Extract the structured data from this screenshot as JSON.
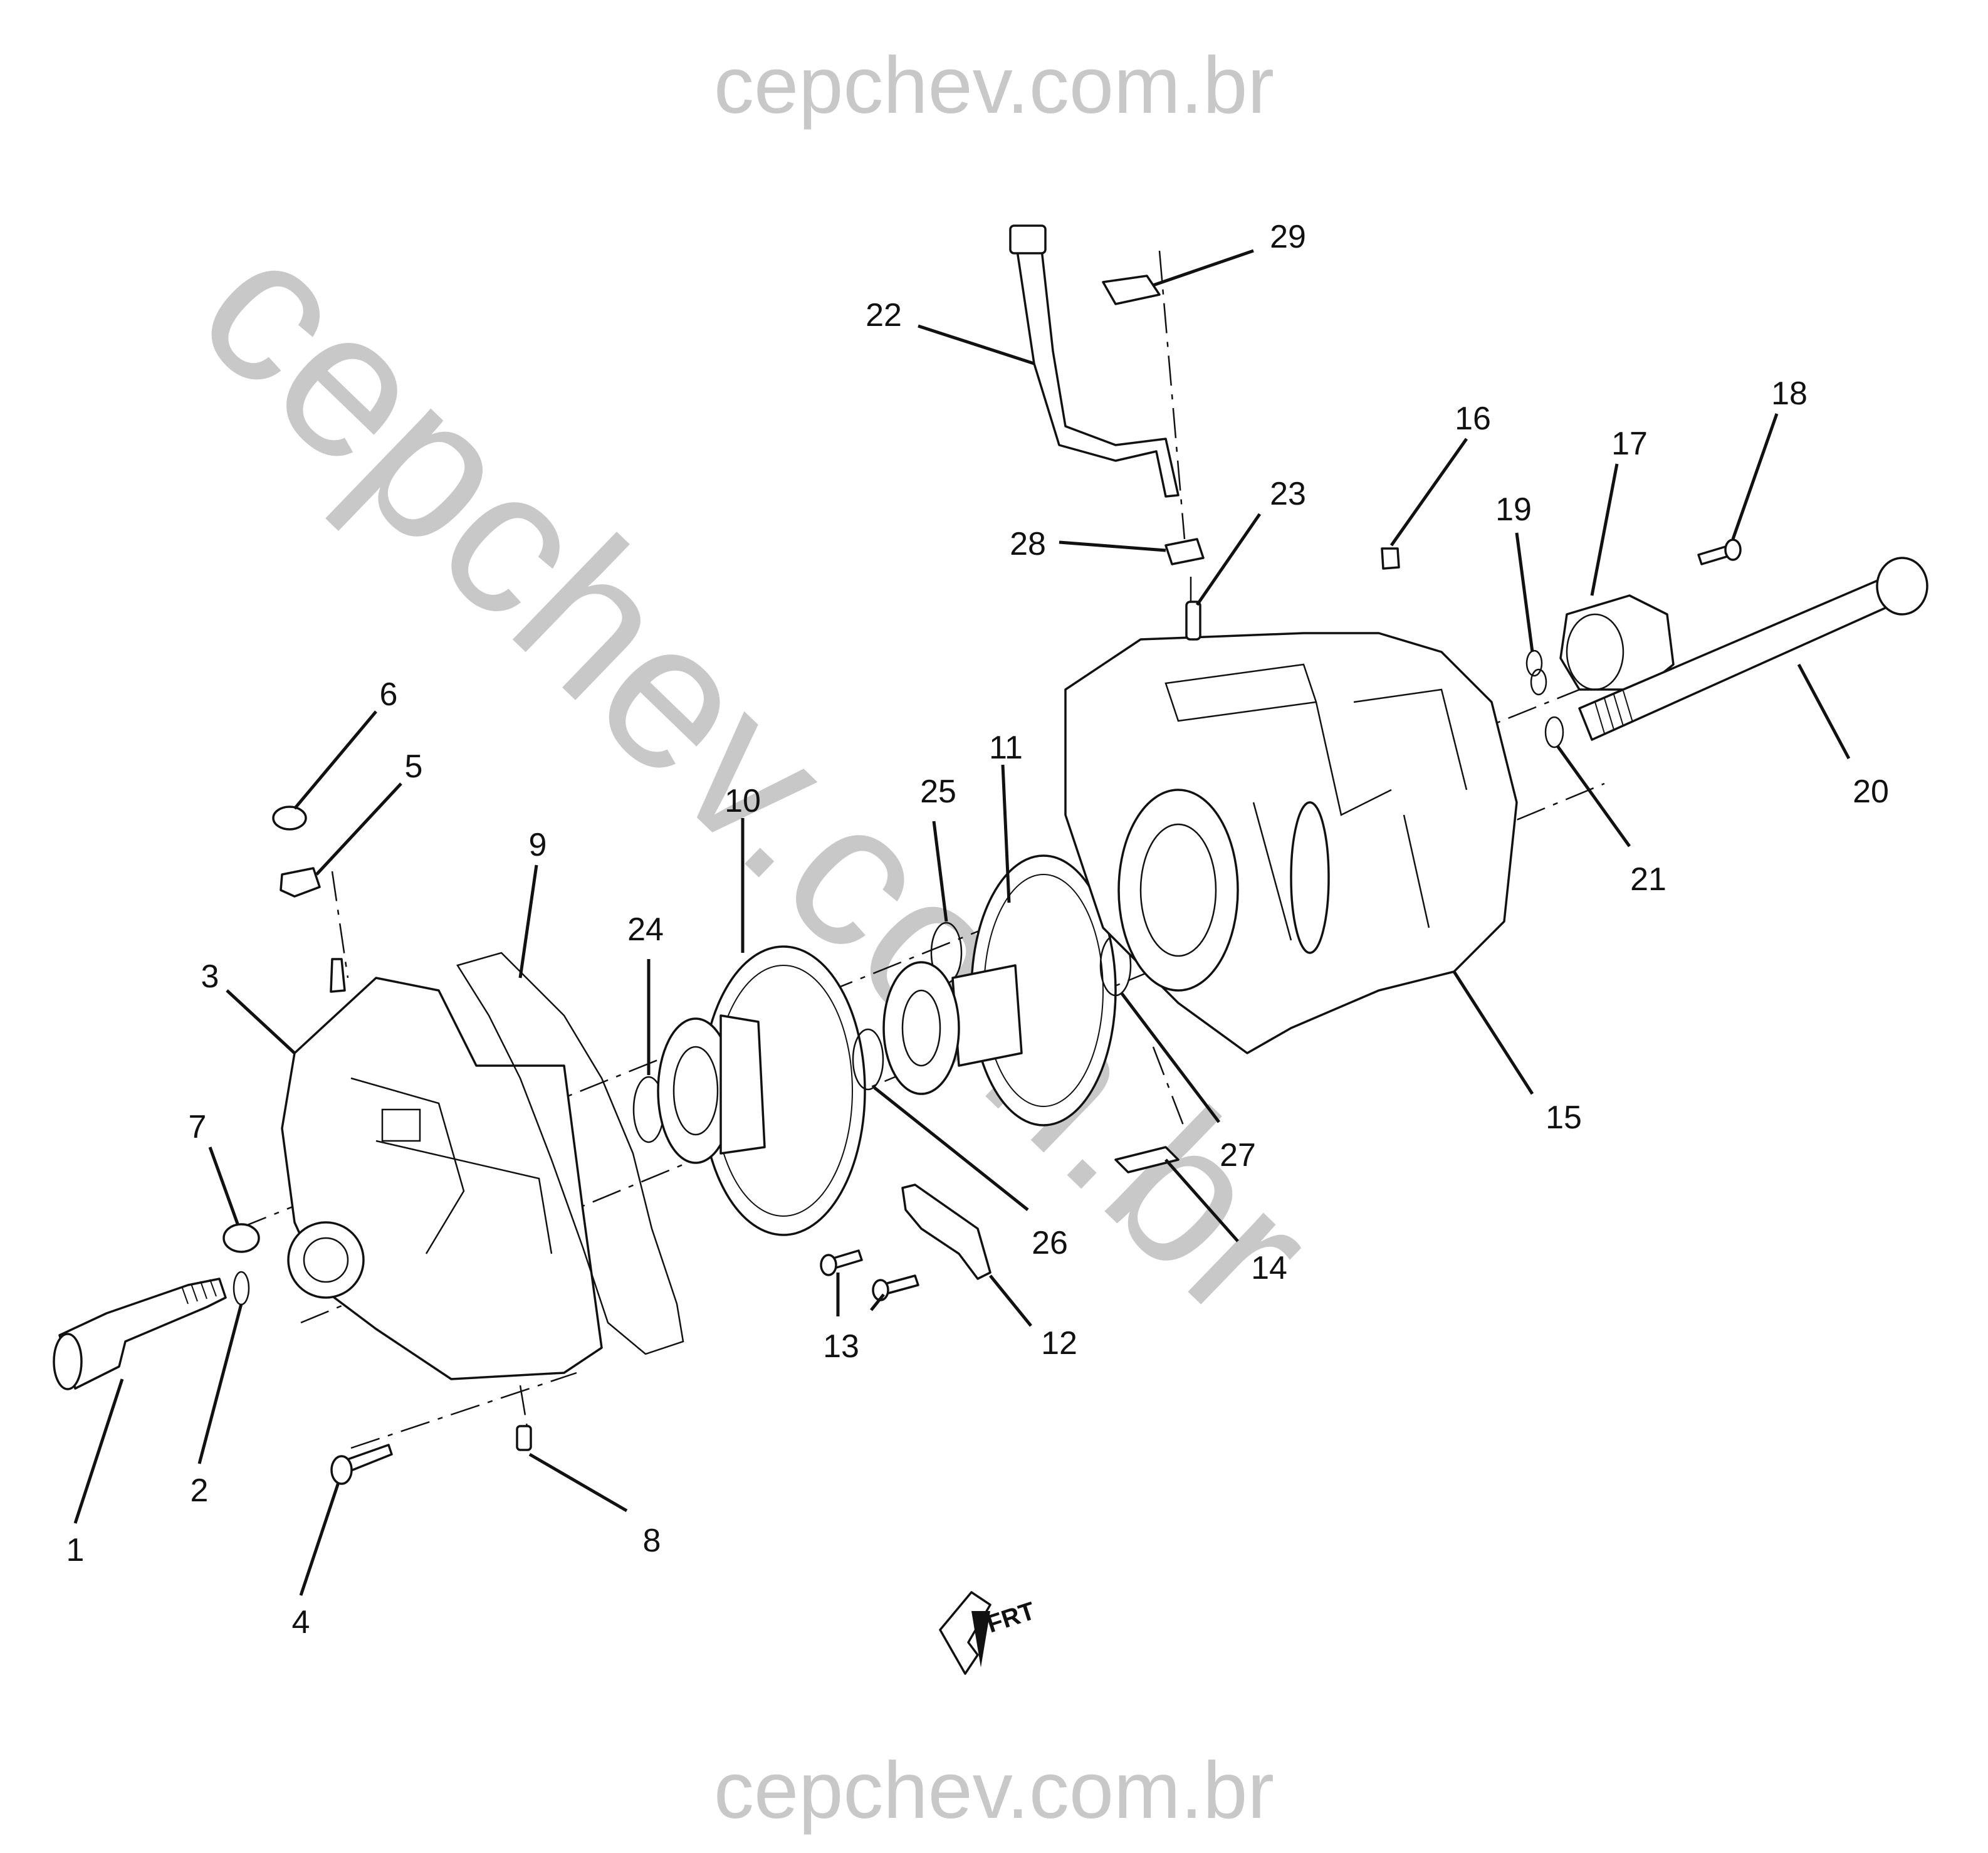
{
  "watermarks": {
    "top": "cepchev.com.br",
    "bottom": "cepchev.com.br",
    "diagonal": "cepchev.com.br"
  },
  "orientation_symbol": {
    "label": "FRT",
    "icon": "front-arrow-icon"
  },
  "callouts": [
    {
      "id": "c1",
      "label": "1"
    },
    {
      "id": "c2",
      "label": "2"
    },
    {
      "id": "c3",
      "label": "3"
    },
    {
      "id": "c4",
      "label": "4"
    },
    {
      "id": "c5",
      "label": "5"
    },
    {
      "id": "c6",
      "label": "6"
    },
    {
      "id": "c7",
      "label": "7"
    },
    {
      "id": "c8",
      "label": "8"
    },
    {
      "id": "c9",
      "label": "9"
    },
    {
      "id": "c10",
      "label": "10"
    },
    {
      "id": "c11",
      "label": "11"
    },
    {
      "id": "c12",
      "label": "12"
    },
    {
      "id": "c13",
      "label": "13"
    },
    {
      "id": "c14",
      "label": "14"
    },
    {
      "id": "c15",
      "label": "15"
    },
    {
      "id": "c16",
      "label": "16"
    },
    {
      "id": "c17",
      "label": "17"
    },
    {
      "id": "c18",
      "label": "18"
    },
    {
      "id": "c19",
      "label": "19"
    },
    {
      "id": "c20",
      "label": "20"
    },
    {
      "id": "c21",
      "label": "21"
    },
    {
      "id": "c22",
      "label": "22"
    },
    {
      "id": "c23",
      "label": "23"
    },
    {
      "id": "c24",
      "label": "24"
    },
    {
      "id": "c25",
      "label": "25"
    },
    {
      "id": "c26",
      "label": "26"
    },
    {
      "id": "c27",
      "label": "27"
    },
    {
      "id": "c28",
      "label": "28"
    },
    {
      "id": "c29",
      "label": "29"
    }
  ]
}
